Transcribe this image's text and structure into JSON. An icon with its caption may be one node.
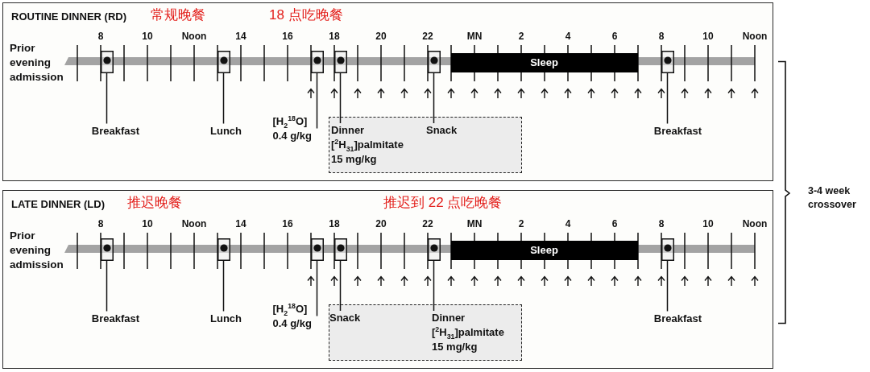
{
  "diagram": {
    "nodes": [
      {
        "text": [
          "ROUTINE DINNER (RD)",
          "常规晚餐",
          "18 点吃晚餐"
        ]
      },
      {
        "text": [],
        "shape": "box",
        "in": 0
      },
      {
        "text": [],
        "shape": "box",
        "in": 0
      },
      {
        "text": [],
        "shape": "box",
        "in": 0
      },
      {
        "text": [],
        "shape": "box",
        "in": 0
      },
      {
        "text": [],
        "shape": "box",
        "in": 0
      },
      {
        "text": [
          "Sleep"
        ],
        "in": 0
      },
      {
        "text": [],
        "shape": "box",
        "in": 0
      },
      {
        "text": [
          "Breakfast"
        ],
        "in": 0
      },
      {
        "text": [
          "Lunch"
        ],
        "in": 0
      },
      {
        "text": [
          "[H$_{2}$$^{18}$O] 0.4 g/kg"
        ],
        "in": 0
      },
      {
        "text": [],
        "shape": "box",
        "in": 0
      },
      {
        "text": [
          "Dinner",
          "[$^{2}$H$_{31}$]palmitate 15 mg/kg"
        ],
        "in": 11
      },
      {
        "text": [
          "Snack"
        ],
        "in": 11
      },
      {
        "text": [
          "Breakfast"
        ],
        "in": 0
      },
      {
        "text": [
          "LATE DINNER (LD)",
          "推迟晚餐",
          "推迟到 22 点吃晚餐"
        ]
      },
      {
        "text": [],
        "shape": "box",
        "in": 15
      },
      {
        "text": [],
        "shape": "box",
        "in": 15
      },
      {
        "text": [],
        "shape": "box",
        "in": 15
      },
      {
        "text": [],
        "shape": "box",
        "in": 15
      },
      {
        "text": [],
        "shape": "box",
        "in": 15
      },
      {
        "text": [
          "Sleep"
        ],
        "in": 15
      },
      {
        "text": [],
        "shape": "box",
        "in": 15
      },
      {
        "text": [
          "Breakfast"
        ],
        "in": 15
      },
      {
        "text": [
          "Lunch"
        ],
        "in": 15
      },
      {
        "text": [
          "[H$_{2}$$^{18}$O] 0.4 g/kg"
        ],
        "in": 15
      },
      {
        "text": [],
        "shape": "box",
        "in": 15
      },
      {
        "text": [
          "Snack"
        ],
        "in": 26
      },
      {
        "text": [
          "Dinner",
          "[$^{2}$H$_{31}$]palmitate 15 mg/kg"
        ],
        "in": 26
      },
      {
        "text": [
          "Breakfast"
        ],
        "in": 15
      }
    ],
    "edges": [
      {
        "from": 8,
        "to": 1,
        "arrow": "none"
      },
      {
        "from": 9,
        "to": 2,
        "arrow": "none"
      },
      {
        "from": 10,
        "to": 3,
        "arrow": "none"
      },
      {
        "from": 12,
        "to": 4,
        "arrow": "none"
      },
      {
        "from": 13,
        "to": 5,
        "arrow": "none"
      },
      {
        "from": 14,
        "to": 7,
        "arrow": "none"
      },
      {
        "from": 23,
        "to": 16,
        "arrow": "none"
      },
      {
        "from": 24,
        "to": 17,
        "arrow": "none"
      },
      {
        "from": 25,
        "to": 18,
        "arrow": "none"
      },
      {
        "from": 27,
        "to": 19,
        "arrow": "none"
      },
      {
        "from": 28,
        "to": 20,
        "arrow": "none"
      },
      {
        "from": 29,
        "to": 22,
        "arrow": "none"
      }
    ],
    "labels": [
      "8",
      "10",
      "Noon",
      "14",
      "16",
      "18",
      "20",
      "22",
      "MN",
      "2",
      "4",
      "6",
      "8",
      "10",
      "Noon",
      "Prior evening admission",
      "3-4 week crossover",
      "8",
      "10",
      "Noon",
      "14",
      "16",
      "18",
      "20",
      "22",
      "MN",
      "2",
      "4",
      "6",
      "8",
      "10",
      "Noon",
      "Prior evening admission"
    ]
  }
}
